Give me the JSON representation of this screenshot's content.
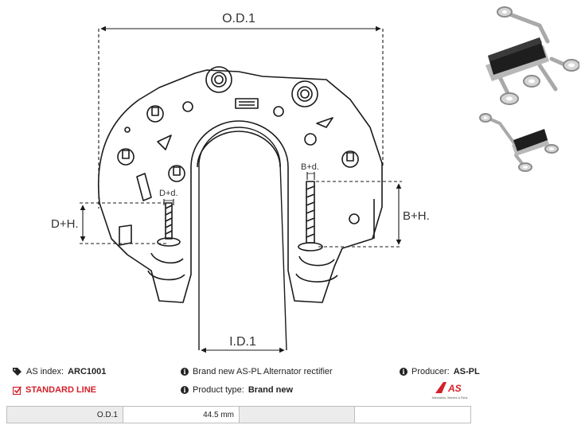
{
  "dimensions": {
    "od": "O.D.1",
    "id": "I.D.1",
    "dh": "D+H.",
    "bh": "B+H.",
    "dd": "D+d.",
    "bd": "B+d."
  },
  "info": {
    "as_index_label": "AS index:",
    "as_index_value": "ARC1001",
    "description": "Brand new AS-PL Alternator rectifier",
    "producer_label": "Producer:",
    "producer_value": "AS-PL",
    "standard_line": "STANDARD LINE",
    "product_type_label": "Product type:",
    "product_type_value": "Brand new"
  },
  "logo": {
    "mark": "AS",
    "tagline": "Alternators, Starters & Parts"
  },
  "spec_table": {
    "label": "O.D.1",
    "value": "44.5 mm"
  },
  "colors": {
    "brand_red": "#d4202a",
    "line": "#1a1a1a",
    "table_border": "#bdbdbd",
    "table_shade": "#ececec"
  }
}
